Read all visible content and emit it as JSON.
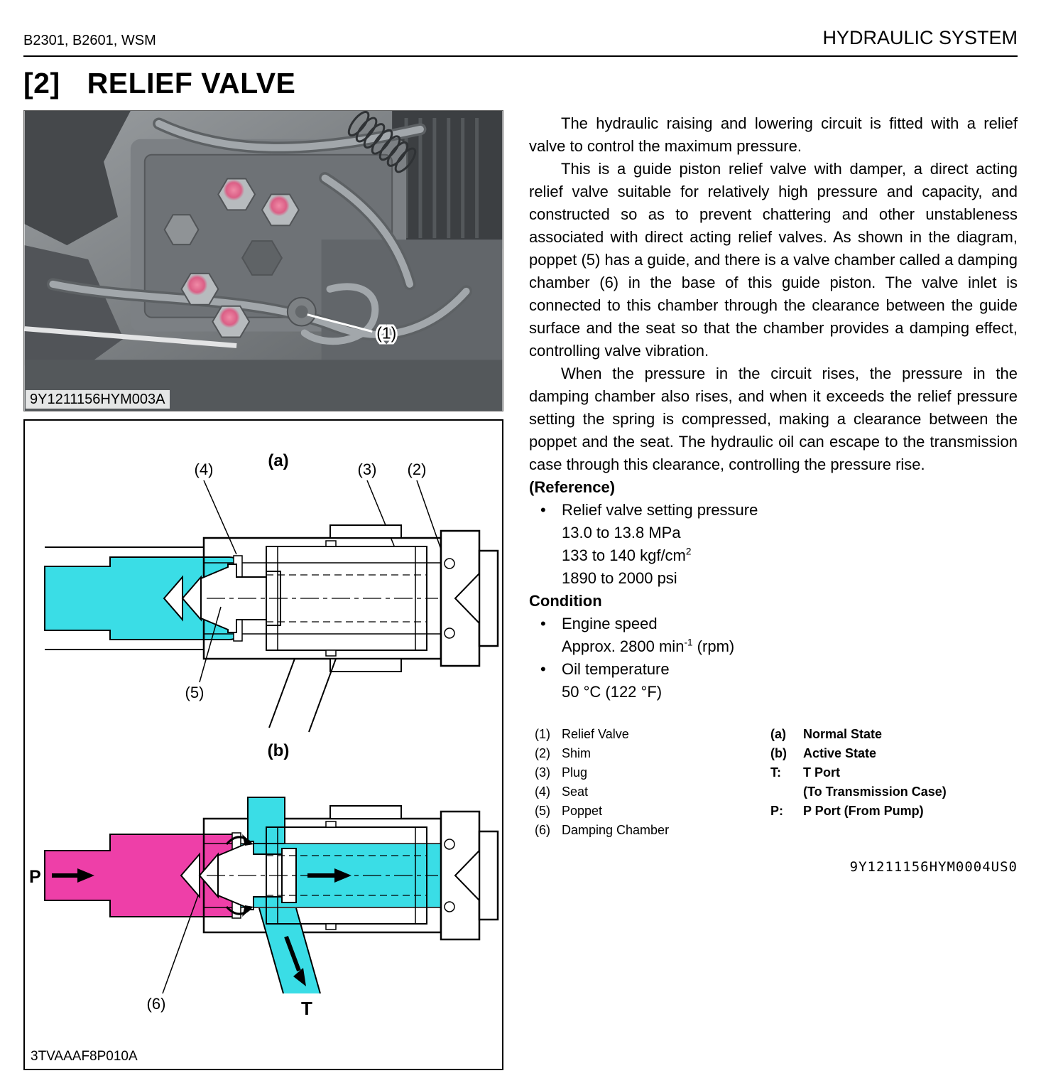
{
  "header": {
    "left": "B2301, B2601, WSM",
    "right": "HYDRAULIC SYSTEM"
  },
  "title": {
    "prefix": "[2]",
    "text": "RELIEF VALVE"
  },
  "photo": {
    "callout_1": "(1)",
    "code": "9Y1211156HYM003A"
  },
  "diagram": {
    "code": "3TVAAAF8P010A",
    "label_a": "(a)",
    "label_b": "(b)",
    "callout_2": "(2)",
    "callout_3": "(3)",
    "callout_4": "(4)",
    "callout_5": "(5)",
    "callout_6": "(6)",
    "port_p": "P",
    "port_t": "T",
    "colors": {
      "cyan": "#3adde6",
      "magenta": "#ee3fa8"
    }
  },
  "body": {
    "para1": "The hydraulic raising and lowering circuit is fitted with a relief valve to control the maximum pressure.",
    "para2": "This is a guide piston relief valve with damper, a direct acting relief valve suitable for relatively high pressure and capacity, and constructed so as to prevent chattering and other unstableness associated with direct acting relief valves. As shown in the diagram, poppet (5) has a guide, and there is a valve chamber called a damping chamber (6) in the base of this guide piston. The valve inlet is connected to this chamber through the clearance between the guide surface and the seat so that the chamber provides a damping effect, controlling valve vibration.",
    "para3": "When the pressure in the circuit rises, the pressure in the damping chamber also rises, and when it exceeds the relief pressure setting the spring is compressed, making a clearance between the poppet and the seat. The hydraulic oil can escape to the transmission case through this clearance, controlling the pressure rise.",
    "reference": {
      "heading": "(Reference)",
      "item": "Relief valve setting pressure",
      "line_mpa": "13.0 to 13.8 MPa",
      "line_kgf": "133 to 140 kgf/cm",
      "line_kgf_sup": "2",
      "line_psi": "1890 to 2000 psi"
    },
    "condition": {
      "heading": "Condition",
      "engine_item": "Engine speed",
      "engine_value_prefix": "Approx. 2800 min",
      "engine_value_sup": "-1",
      "engine_value_suffix": " (rpm)",
      "oil_item": "Oil temperature",
      "oil_value": "50 °C (122 °F)"
    }
  },
  "legend": {
    "left": [
      {
        "num": "(1)",
        "label": "Relief Valve"
      },
      {
        "num": "(2)",
        "label": "Shim"
      },
      {
        "num": "(3)",
        "label": "Plug"
      },
      {
        "num": "(4)",
        "label": "Seat"
      },
      {
        "num": "(5)",
        "label": "Poppet"
      },
      {
        "num": "(6)",
        "label": "Damping Chamber"
      }
    ],
    "right": [
      {
        "key": "(a)",
        "lines": [
          "Normal State"
        ]
      },
      {
        "key": "(b)",
        "lines": [
          "Active State"
        ]
      },
      {
        "key": "T:",
        "lines": [
          "T Port",
          "(To Transmission Case)"
        ]
      },
      {
        "key": "P:",
        "lines": [
          "P Port (From Pump)"
        ]
      }
    ]
  },
  "footer_code": "9Y1211156HYM0004US0"
}
